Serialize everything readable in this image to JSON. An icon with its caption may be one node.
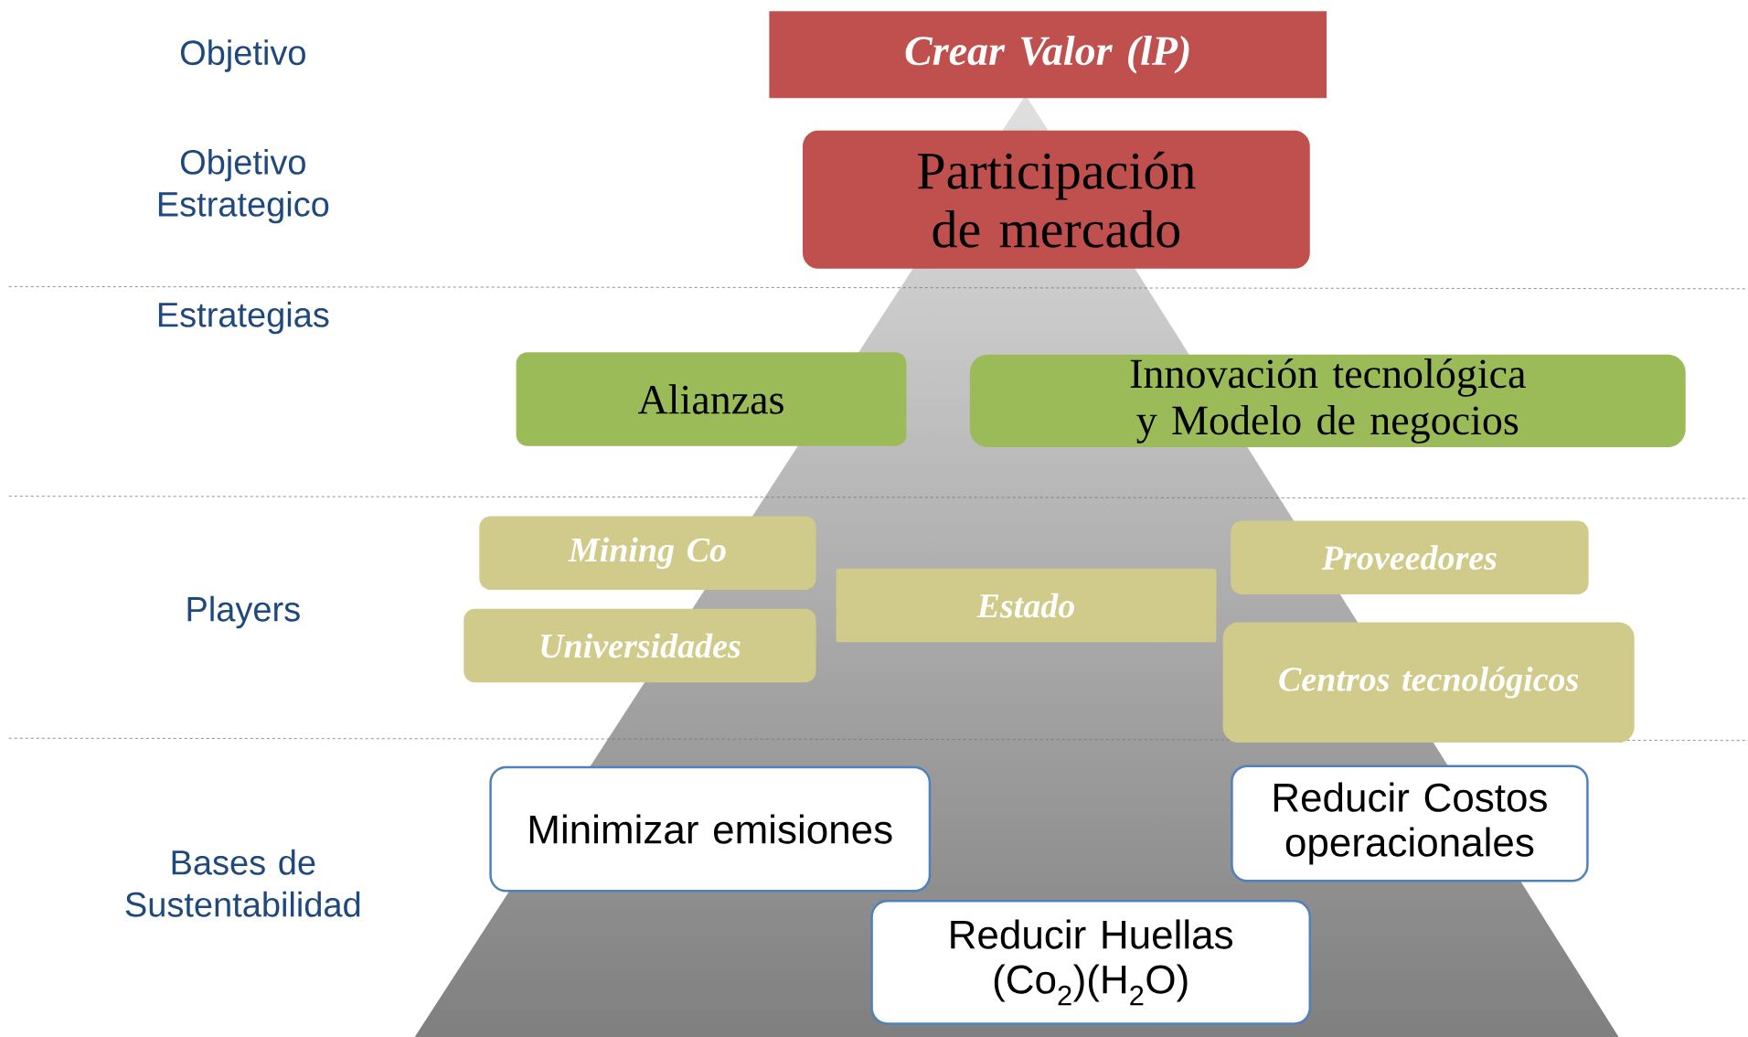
{
  "diagram": {
    "nodes": [
      {
        "text": [
          "Crear Valor (lP)"
        ]
      },
      {
        "text": [
          "Participación de mercado"
        ]
      },
      {
        "text": [
          "Alianzas"
        ]
      },
      {
        "text": [
          "Innovación tecnológica y Modelo de negocios"
        ]
      },
      {
        "text": [
          "Mining Co"
        ]
      },
      {
        "text": [
          "Universidades"
        ]
      },
      {
        "text": [
          "Estado"
        ]
      },
      {
        "text": [
          "Proveedores"
        ]
      },
      {
        "text": [
          "Centros tecnológicos"
        ]
      },
      {
        "text": [
          "Minimizar emisiones"
        ]
      },
      {
        "text": [
          "Reducir Costos operacionales"
        ]
      },
      {
        "text": [
          "Reducir Huellas (Co$_{2}$)(H$_{2}$O)"
        ]
      }
    ],
    "labels": [
      "Objetivo",
      "Objetivo Estrategico",
      "Estrategias",
      "Players",
      "Bases de Sustentabilidad"
    ]
  }
}
